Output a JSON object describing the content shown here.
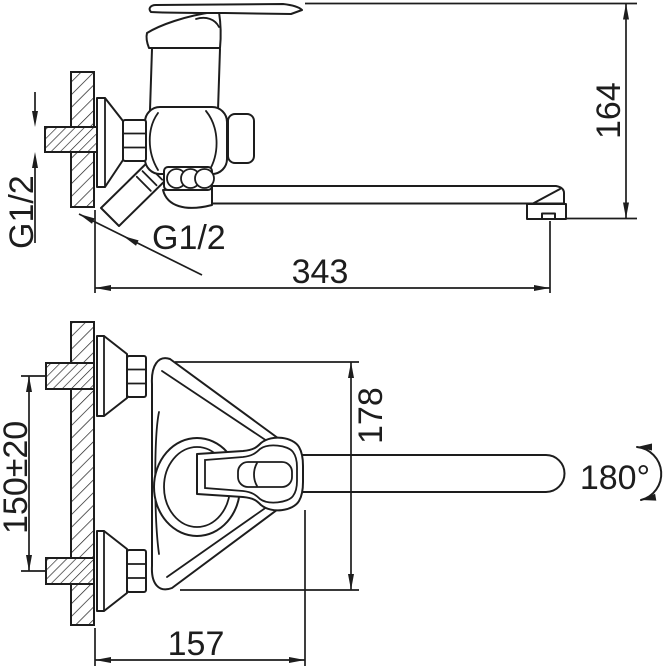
{
  "drawing": {
    "background": "#ffffff",
    "line_color": "#1d1d1d",
    "side_view": {
      "labels": {
        "inlet_thread": "G1/2",
        "shower_thread": "G1/2",
        "spout_reach": "343",
        "overall_height": "164"
      }
    },
    "plan_view": {
      "labels": {
        "pipe_spacing": "150±20",
        "body_span": "178",
        "handle_projection": "157",
        "swivel_angle": "180°"
      }
    }
  }
}
